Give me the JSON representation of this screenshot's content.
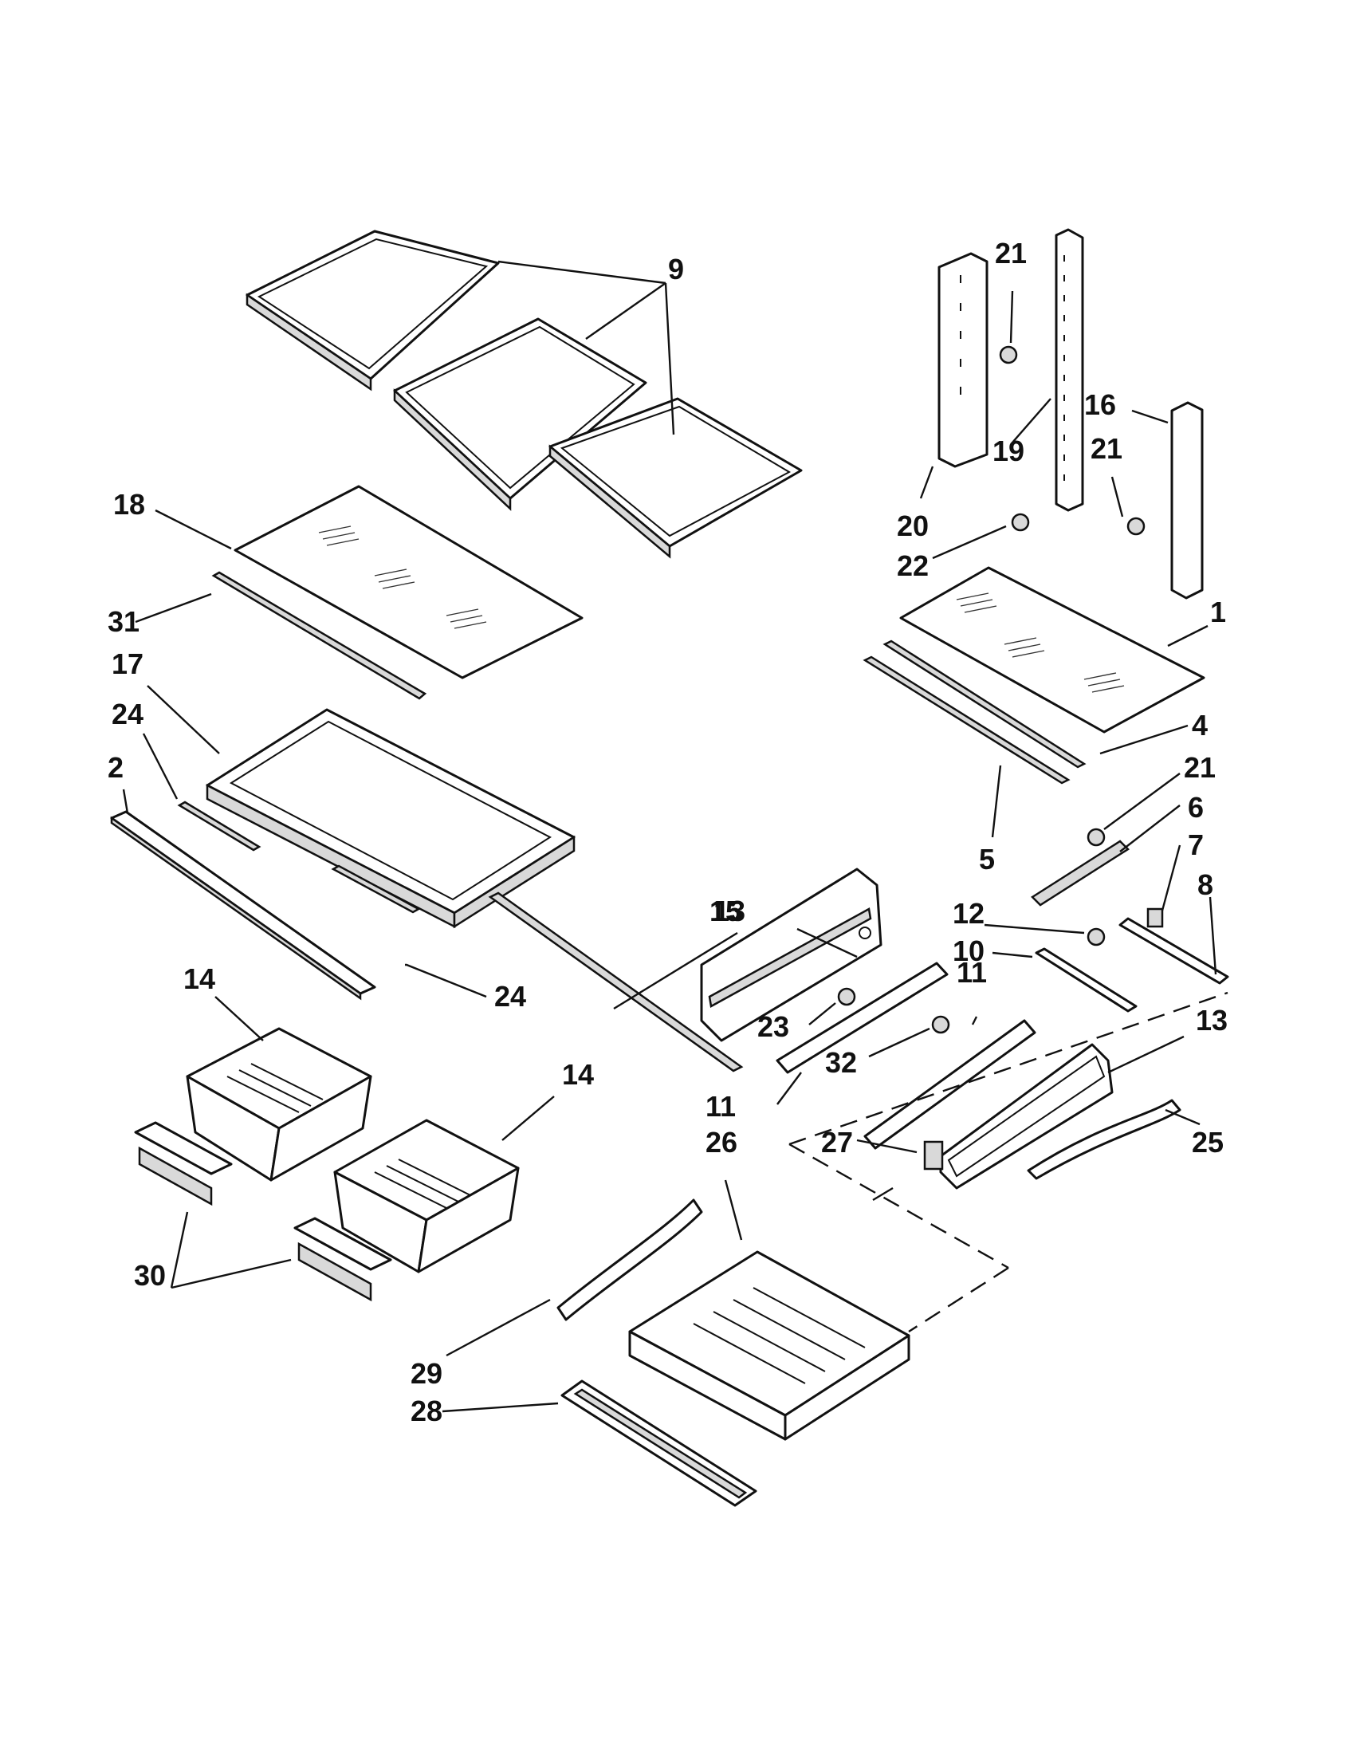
{
  "diagram": {
    "labels": [
      {
        "id": "9",
        "text": "9"
      },
      {
        "id": "21a",
        "text": "21"
      },
      {
        "id": "16",
        "text": "16"
      },
      {
        "id": "21b",
        "text": "21"
      },
      {
        "id": "19",
        "text": "19"
      },
      {
        "id": "20",
        "text": "20"
      },
      {
        "id": "22",
        "text": "22"
      },
      {
        "id": "18",
        "text": "18"
      },
      {
        "id": "31",
        "text": "31"
      },
      {
        "id": "1",
        "text": "1"
      },
      {
        "id": "17",
        "text": "17"
      },
      {
        "id": "24a",
        "text": "24"
      },
      {
        "id": "2",
        "text": "2"
      },
      {
        "id": "4",
        "text": "4"
      },
      {
        "id": "21c",
        "text": "21"
      },
      {
        "id": "6",
        "text": "6"
      },
      {
        "id": "5",
        "text": "5"
      },
      {
        "id": "7",
        "text": "7"
      },
      {
        "id": "13a",
        "text": "13"
      },
      {
        "id": "12",
        "text": "12"
      },
      {
        "id": "8",
        "text": "8"
      },
      {
        "id": "15",
        "text": "15"
      },
      {
        "id": "10",
        "text": "10"
      },
      {
        "id": "11a",
        "text": "11"
      },
      {
        "id": "14a",
        "text": "14"
      },
      {
        "id": "24b",
        "text": "24"
      },
      {
        "id": "13b",
        "text": "13"
      },
      {
        "id": "23",
        "text": "23"
      },
      {
        "id": "32",
        "text": "32"
      },
      {
        "id": "14b",
        "text": "14"
      },
      {
        "id": "11b",
        "text": "11"
      },
      {
        "id": "26",
        "text": "26"
      },
      {
        "id": "27",
        "text": "27"
      },
      {
        "id": "25",
        "text": "25"
      },
      {
        "id": "30",
        "text": "30"
      },
      {
        "id": "29",
        "text": "29"
      },
      {
        "id": "28",
        "text": "28"
      }
    ]
  }
}
